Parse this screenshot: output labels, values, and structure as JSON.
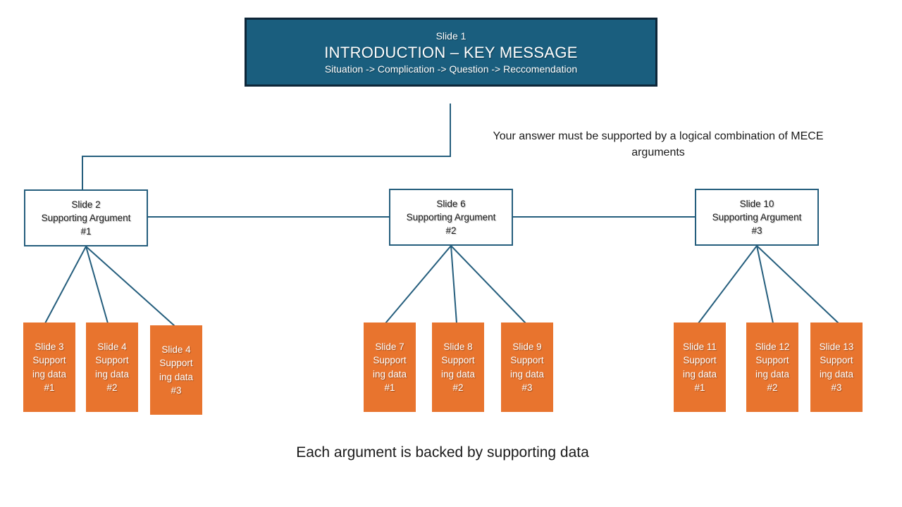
{
  "colors": {
    "teal_fill": "#1A5E7E",
    "teal_dark_border": "#0E2638",
    "connector_line": "#255E7D",
    "orange": "#E8742E",
    "text_dark": "#1A1A1A",
    "text_light": "#FFFFFF"
  },
  "root_box": {
    "slide": "Slide 1",
    "title": "INTRODUCTION – KEY MESSAGE",
    "subtitle": "Situation -> Complication -> Question -> Reccomendation"
  },
  "annotations": {
    "mece": "Your answer must be supported by a logical combination of MECE arguments",
    "bottom": "Each argument is backed by supporting data"
  },
  "argument_boxes": [
    {
      "slide": "Slide 2",
      "label": "Supporting Argument",
      "number": "#1"
    },
    {
      "slide": "Slide 6",
      "label": "Supporting Argument",
      "number": "#2"
    },
    {
      "slide": "Slide 10",
      "label": "Supporting Argument",
      "number": "#3"
    }
  ],
  "data_boxes": [
    {
      "lines": [
        "Slide 3",
        "Support",
        "ing data",
        "#1"
      ]
    },
    {
      "lines": [
        "Slide 4",
        "Support",
        "ing data",
        "#2"
      ]
    },
    {
      "lines": [
        "Slide 4",
        "Support",
        "ing data",
        "#3"
      ]
    },
    {
      "lines": [
        "Slide 7",
        "Support",
        "ing data",
        "#1"
      ]
    },
    {
      "lines": [
        "Slide 8",
        "Support",
        "ing data",
        "#2"
      ]
    },
    {
      "lines": [
        "Slide 9",
        "Support",
        "ing data",
        "#3"
      ]
    },
    {
      "lines": [
        "Slide 11",
        "Support",
        "ing data",
        "#1"
      ]
    },
    {
      "lines": [
        "Slide 12",
        "Support",
        "ing data",
        "#2"
      ]
    },
    {
      "lines": [
        "Slide 13",
        "Support",
        "ing data",
        "#3"
      ]
    }
  ]
}
